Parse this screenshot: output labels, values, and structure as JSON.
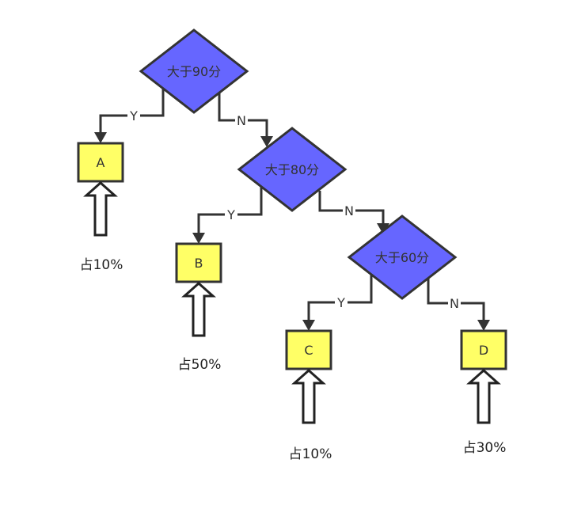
{
  "colors": {
    "diamond_fill": "#6666ff",
    "box_fill": "#ffff66",
    "stroke": "#333333",
    "label_text": "#333333"
  },
  "diamonds": [
    {
      "id": "d90",
      "label": "大于90分"
    },
    {
      "id": "d80",
      "label": "大于80分"
    },
    {
      "id": "d60",
      "label": "大于60分"
    }
  ],
  "boxes": [
    {
      "id": "A",
      "label": "A",
      "share": "占10%"
    },
    {
      "id": "B",
      "label": "B",
      "share": "占50%"
    },
    {
      "id": "C",
      "label": "C",
      "share": "占10%"
    },
    {
      "id": "D",
      "label": "D",
      "share": "占30%"
    }
  ],
  "edges": [
    {
      "from": "d90",
      "to": "A",
      "label": "Y"
    },
    {
      "from": "d90",
      "to": "d80",
      "label": "N"
    },
    {
      "from": "d80",
      "to": "B",
      "label": "Y"
    },
    {
      "from": "d80",
      "to": "d60",
      "label": "N"
    },
    {
      "from": "d60",
      "to": "C",
      "label": "Y"
    },
    {
      "from": "d60",
      "to": "D",
      "label": "N"
    }
  ]
}
